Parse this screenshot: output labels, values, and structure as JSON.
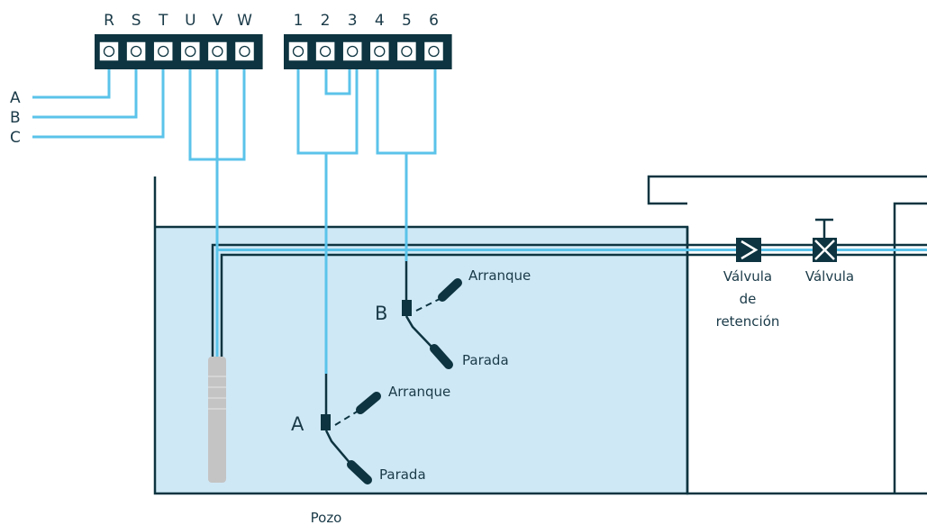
{
  "terminal_block_left": {
    "labels": [
      "R",
      "S",
      "T",
      "U",
      "V",
      "W"
    ]
  },
  "terminal_block_right": {
    "labels": [
      "1",
      "2",
      "3",
      "4",
      "5",
      "6"
    ]
  },
  "phase_inputs": [
    "A",
    "B",
    "C"
  ],
  "float_switch_a": {
    "name": "A",
    "start_label": "Arranque",
    "stop_label": "Parada"
  },
  "float_switch_b": {
    "name": "B",
    "start_label": "Arranque",
    "stop_label": "Parada"
  },
  "check_valve": {
    "label_lines": [
      "Válvula",
      "de",
      "retención"
    ]
  },
  "valve": {
    "label": "Válvula"
  },
  "well": {
    "label": "Pozo"
  },
  "colors": {
    "wire": "#5bc3ea",
    "dark": "#0d3440",
    "water": "#cfe8f6",
    "pump": "#c4c4c4"
  }
}
